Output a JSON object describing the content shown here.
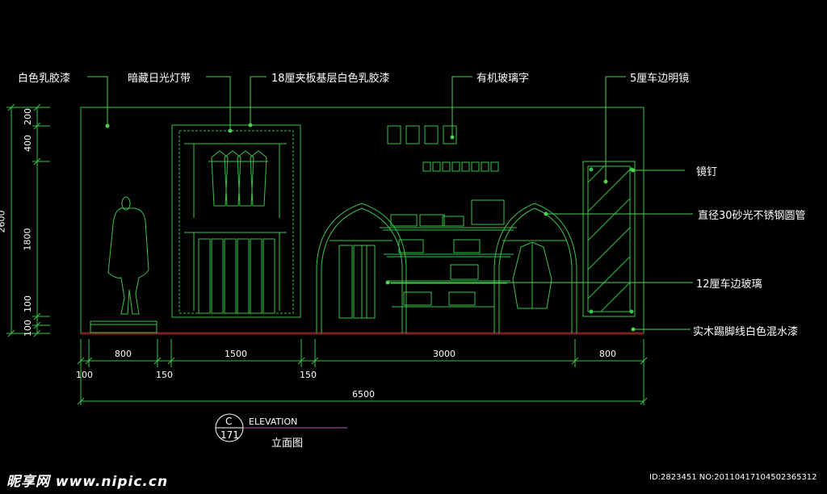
{
  "annotations": {
    "white_latex_paint": "白色乳胶漆",
    "hidden_fluorescent_strip": "暗藏日光灯带",
    "plywood_base_white_paint": "18厘夹板基层白色乳胶漆",
    "acrylic_letters": "有机玻璃字",
    "bevel_mirror": "5厘车边明镜",
    "mirror_nail": "镜钉",
    "steel_tube": "直径30砂光不锈钢圆管",
    "bevel_glass": "12厘车边玻璃",
    "skirting": "实木踢脚线白色混水漆"
  },
  "dimensions": {
    "horizontal": [
      "800",
      "1500",
      "3000",
      "800"
    ],
    "gaps": [
      "100",
      "150",
      "150"
    ],
    "total": "6500",
    "vertical": [
      "200",
      "400",
      "1800",
      "100",
      "100"
    ],
    "vertical_total": "2600"
  },
  "title_block": {
    "symbol_letter": "C",
    "symbol_number": "171",
    "title_en": "ELEVATION",
    "title_cn": "立面图"
  },
  "watermark": {
    "brand": "昵享网 www.nipic.cn",
    "id_text": "ID:2823451 NO:20110417104502365312"
  },
  "colors": {
    "line_green": "#39c34a",
    "leader_green": "#4fd04f",
    "background": "#000000",
    "text": "#ffffff",
    "floor_red": "#7a1f1f"
  }
}
